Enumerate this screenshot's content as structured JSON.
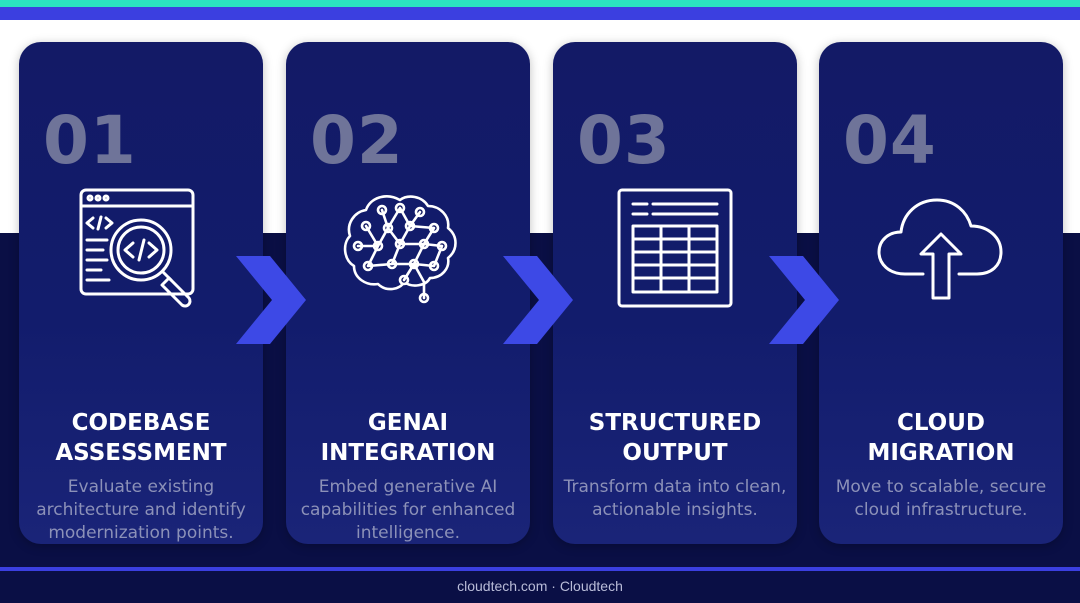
{
  "steps": [
    {
      "number": "01",
      "title_line1": "CODEBASE",
      "title_line2": "ASSESSMENT",
      "description": "Evaluate existing architecture and identify modernization points.",
      "icon": "code-search-icon"
    },
    {
      "number": "02",
      "title_line1": "GENAI",
      "title_line2": "INTEGRATION",
      "description": "Embed generative AI capabilities for enhanced intelligence.",
      "icon": "brain-network-icon"
    },
    {
      "number": "03",
      "title_line1": "STRUCTURED",
      "title_line2": "OUTPUT",
      "description": "Transform data into clean, actionable insights.",
      "icon": "structured-table-icon"
    },
    {
      "number": "04",
      "title_line1": "CLOUD",
      "title_line2": "MIGRATION",
      "description": "Move to scalable, secure cloud infrastructure.",
      "icon": "cloud-upload-icon"
    }
  ],
  "footer": "cloudtech.com · Cloudtech",
  "colors": {
    "accent_teal": "#2be3c0",
    "accent_blue": "#3b3fe0",
    "background_dark": "#0a0f45"
  }
}
